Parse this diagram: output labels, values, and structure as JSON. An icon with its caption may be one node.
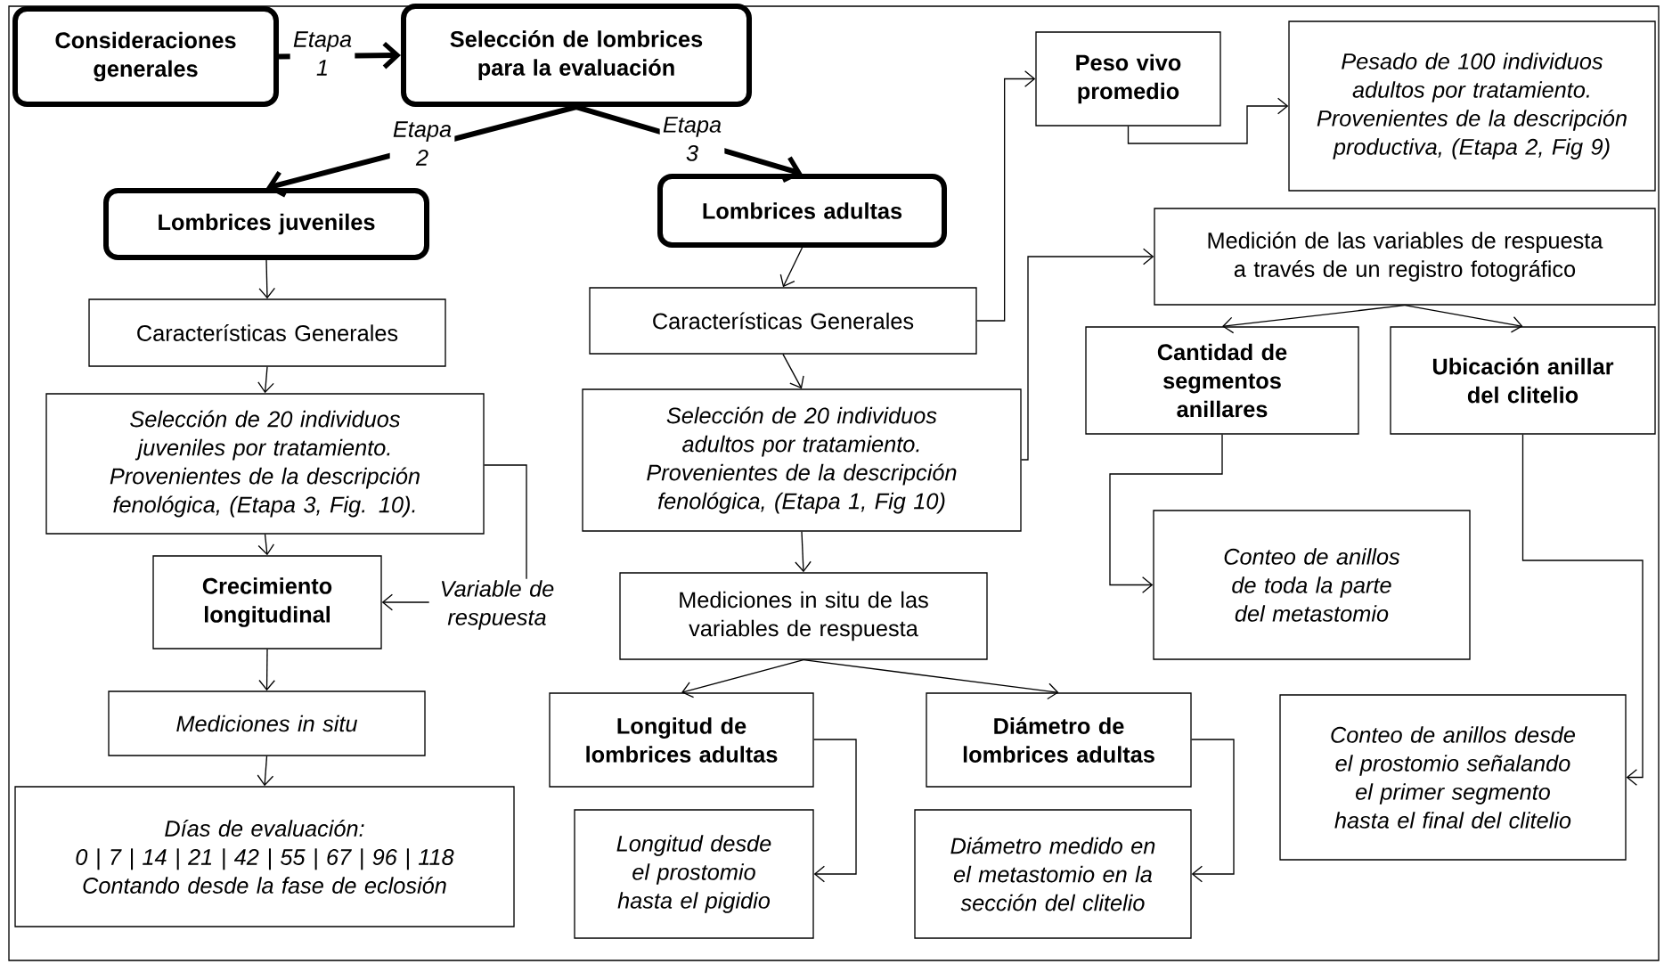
{
  "diagram": {
    "nodes": [
      {
        "text": [
          "Consideraciones generales"
        ]
      },
      {
        "text": [
          "Selección de lombrices para la evaluación"
        ]
      },
      {
        "text": [
          "Lombrices juveniles"
        ]
      },
      {
        "text": [
          "Lombrices adultas"
        ]
      },
      {
        "text": [
          "Características Generales"
        ]
      },
      {
        "text": [
          "Selección de 20 individuos juveniles por tratamiento. Provenientes de la descripción fenológica, (Etapa 3, Fig. 10)."
        ]
      },
      {
        "text": [
          "Crecimiento longitudinal"
        ]
      },
      {
        "text": [
          "Mediciones in situ"
        ]
      },
      {
        "text": [
          "Días de evaluación:",
          "0 | 7 | 14 | 21 | 42 | 55 | 67 | 96 | 118",
          "Contando desde la fase de eclosión"
        ]
      },
      {
        "text": [
          "Características Generales"
        ]
      },
      {
        "text": [
          "Selección de 20 individuos adultos por tratamiento. Provenientes de la descripción fenológica, (Etapa 1, Fig 10)"
        ]
      },
      {
        "text": [
          "Mediciones in situ de las variables de respuesta"
        ]
      },
      {
        "text": [
          "Longitud de lombrices adultas"
        ]
      },
      {
        "text": [
          "Diámetro de lombrices adultas"
        ]
      },
      {
        "text": [
          "Longitud desde el prostomio hasta el pigidio"
        ]
      },
      {
        "text": [
          "Diámetro medido en el metastomio en la sección del clitelio"
        ]
      },
      {
        "text": [
          "Peso vivo promedio"
        ]
      },
      {
        "text": [
          "Pesado de 100 individuos adultos por tratamiento. Provenientes de la descripción productiva, (Etapa 2, Fig 9)"
        ]
      },
      {
        "text": [
          "Medición de las variables de respuesta a través de un registro fotográfico"
        ]
      },
      {
        "text": [
          "Cantidad de segmentos anillares"
        ]
      },
      {
        "text": [
          "Ubicación anillar del clitelio"
        ]
      },
      {
        "text": [
          "Conteo de anillos de toda la parte del metastomio"
        ]
      },
      {
        "text": [
          "Conteo de anillos desde el prostomio señalando el primer segmento hasta el final del clitelio"
        ]
      }
    ],
    "edges": [
      {
        "from": 0,
        "to": 1,
        "arrow": "to",
        "label": "Etapa 1",
        "style": "thick"
      },
      {
        "from": 1,
        "to": 2,
        "arrow": "to",
        "label": "Etapa 2",
        "style": "thick"
      },
      {
        "from": 1,
        "to": 3,
        "arrow": "to",
        "label": "Etapa 3",
        "style": "thick"
      },
      {
        "from": 2,
        "to": 4,
        "arrow": "to"
      },
      {
        "from": 4,
        "to": 5,
        "arrow": "to"
      },
      {
        "from": 5,
        "to": 6,
        "arrow": "to"
      },
      {
        "from": 5,
        "to": 6,
        "arrow": "to",
        "label": "Variable de respuesta"
      },
      {
        "from": 6,
        "to": 7,
        "arrow": "to"
      },
      {
        "from": 7,
        "to": 8,
        "arrow": "to"
      },
      {
        "from": 3,
        "to": 9,
        "arrow": "to"
      },
      {
        "from": 9,
        "to": 10,
        "arrow": "to"
      },
      {
        "from": 10,
        "to": 11,
        "arrow": "to"
      },
      {
        "from": 11,
        "to": 12,
        "arrow": "to"
      },
      {
        "from": 11,
        "to": 13,
        "arrow": "to"
      },
      {
        "from": 12,
        "to": 14,
        "arrow": "to"
      },
      {
        "from": 13,
        "to": 15,
        "arrow": "to"
      },
      {
        "from": 9,
        "to": 16,
        "arrow": "to"
      },
      {
        "from": 16,
        "to": 17,
        "arrow": "to"
      },
      {
        "from": 10,
        "to": 18,
        "arrow": "to"
      },
      {
        "from": 18,
        "to": 19,
        "arrow": "to"
      },
      {
        "from": 18,
        "to": 20,
        "arrow": "to"
      },
      {
        "from": 19,
        "to": 21,
        "arrow": "to"
      },
      {
        "from": 20,
        "to": 22,
        "arrow": "to"
      }
    ]
  }
}
